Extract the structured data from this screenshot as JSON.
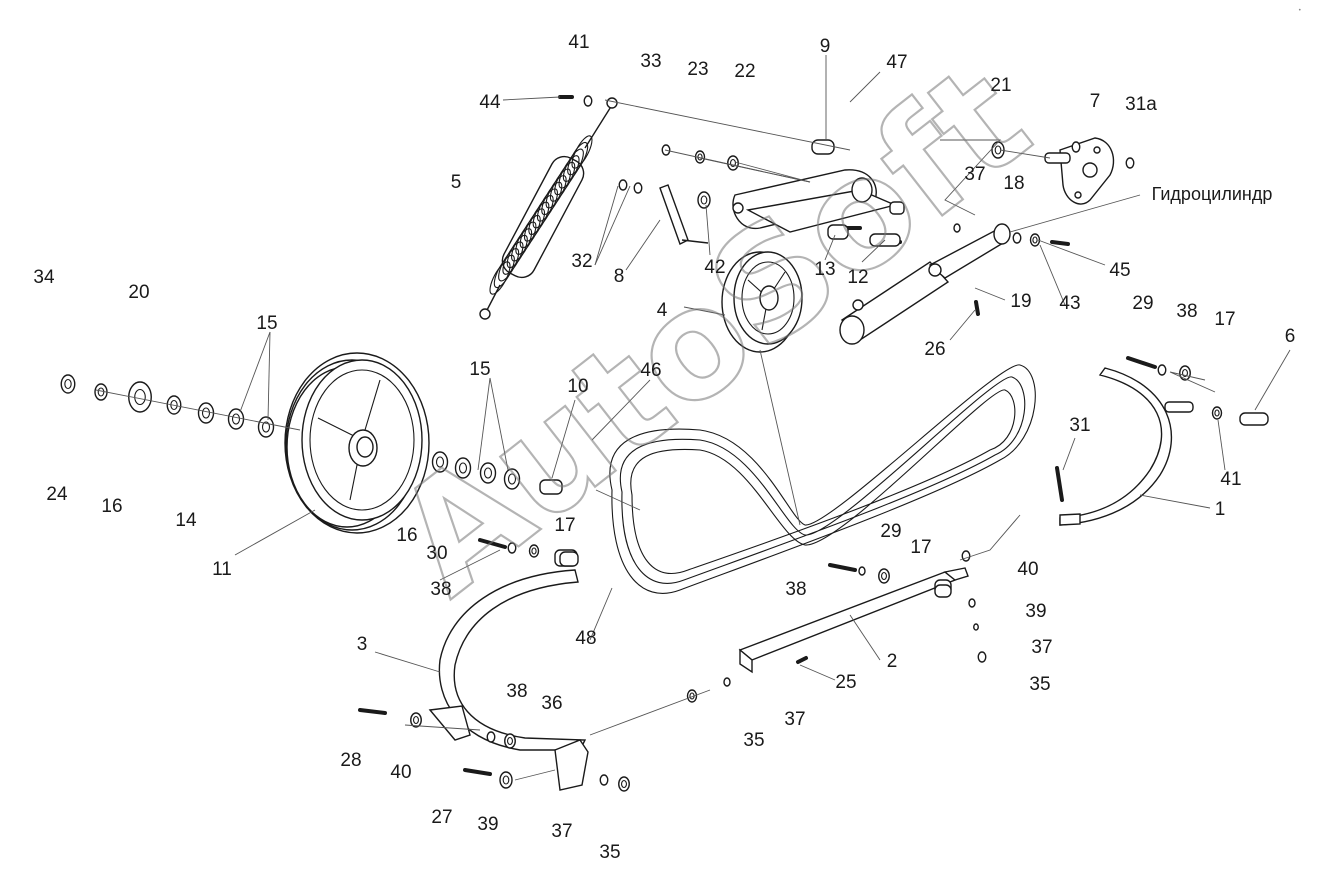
{
  "diagram": {
    "caption_labels": [
      "1",
      "2",
      "3",
      "4",
      "5",
      "6",
      "7",
      "8",
      "9",
      "10",
      "11",
      "12",
      "13",
      "14",
      "15",
      "16",
      "17",
      "18",
      "19",
      "20",
      "21",
      "22",
      "23",
      "24",
      "25",
      "26",
      "27",
      "28",
      "29",
      "30",
      "31",
      "31a",
      "32",
      "33",
      "34",
      "35",
      "36",
      "37",
      "38",
      "39",
      "40",
      "41",
      "42",
      "43",
      "44",
      "45",
      "46",
      "47",
      "48"
    ],
    "callouts": [
      {
        "id": "c41a",
        "text": "41"
      },
      {
        "id": "c44",
        "text": "44"
      },
      {
        "id": "c33",
        "text": "33"
      },
      {
        "id": "c23",
        "text": "23"
      },
      {
        "id": "c22",
        "text": "22"
      },
      {
        "id": "c9",
        "text": "9"
      },
      {
        "id": "c47",
        "text": "47"
      },
      {
        "id": "c21",
        "text": "21"
      },
      {
        "id": "c7",
        "text": "7"
      },
      {
        "id": "c31a",
        "text": "31а"
      },
      {
        "id": "c5",
        "text": "5"
      },
      {
        "id": "c37a",
        "text": "37"
      },
      {
        "id": "c18",
        "text": "18"
      },
      {
        "id": "chydro",
        "text": "Гидроцилиндр"
      },
      {
        "id": "c32",
        "text": "32"
      },
      {
        "id": "c8",
        "text": "8"
      },
      {
        "id": "c42",
        "text": "42"
      },
      {
        "id": "c13",
        "text": "13"
      },
      {
        "id": "c12",
        "text": "12"
      },
      {
        "id": "c45",
        "text": "45"
      },
      {
        "id": "c34",
        "text": "34"
      },
      {
        "id": "c20",
        "text": "20"
      },
      {
        "id": "c15a",
        "text": "15"
      },
      {
        "id": "c4",
        "text": "4"
      },
      {
        "id": "c43",
        "text": "43"
      },
      {
        "id": "c19",
        "text": "19"
      },
      {
        "id": "c29a",
        "text": "29"
      },
      {
        "id": "c38a",
        "text": "38"
      },
      {
        "id": "c17a",
        "text": "17"
      },
      {
        "id": "c6",
        "text": "6"
      },
      {
        "id": "c26",
        "text": "26"
      },
      {
        "id": "c15b",
        "text": "15"
      },
      {
        "id": "c46",
        "text": "46"
      },
      {
        "id": "c10",
        "text": "10"
      },
      {
        "id": "c31",
        "text": "31"
      },
      {
        "id": "c41b",
        "text": "41"
      },
      {
        "id": "c24",
        "text": "24"
      },
      {
        "id": "c16a",
        "text": "16"
      },
      {
        "id": "c14",
        "text": "14"
      },
      {
        "id": "c1",
        "text": "1"
      },
      {
        "id": "c16b",
        "text": "16"
      },
      {
        "id": "c17b",
        "text": "17"
      },
      {
        "id": "c11",
        "text": "11"
      },
      {
        "id": "c30",
        "text": "30"
      },
      {
        "id": "c38b",
        "text": "38"
      },
      {
        "id": "c29b",
        "text": "29"
      },
      {
        "id": "c17c",
        "text": "17"
      },
      {
        "id": "c40a",
        "text": "40"
      },
      {
        "id": "c38c",
        "text": "38"
      },
      {
        "id": "c39a",
        "text": "39"
      },
      {
        "id": "c3",
        "text": "3"
      },
      {
        "id": "c48",
        "text": "48"
      },
      {
        "id": "c37b",
        "text": "37"
      },
      {
        "id": "c2",
        "text": "2"
      },
      {
        "id": "c25",
        "text": "25"
      },
      {
        "id": "c35a",
        "text": "35"
      },
      {
        "id": "c38d",
        "text": "38"
      },
      {
        "id": "c36",
        "text": "36"
      },
      {
        "id": "c37c",
        "text": "37"
      },
      {
        "id": "c35b",
        "text": "35"
      },
      {
        "id": "c28",
        "text": "28"
      },
      {
        "id": "c40b",
        "text": "40"
      },
      {
        "id": "c27",
        "text": "27"
      },
      {
        "id": "c39b",
        "text": "39"
      },
      {
        "id": "c37d",
        "text": "37"
      },
      {
        "id": "c35c",
        "text": "35"
      }
    ],
    "watermark": "AutoSoft"
  }
}
